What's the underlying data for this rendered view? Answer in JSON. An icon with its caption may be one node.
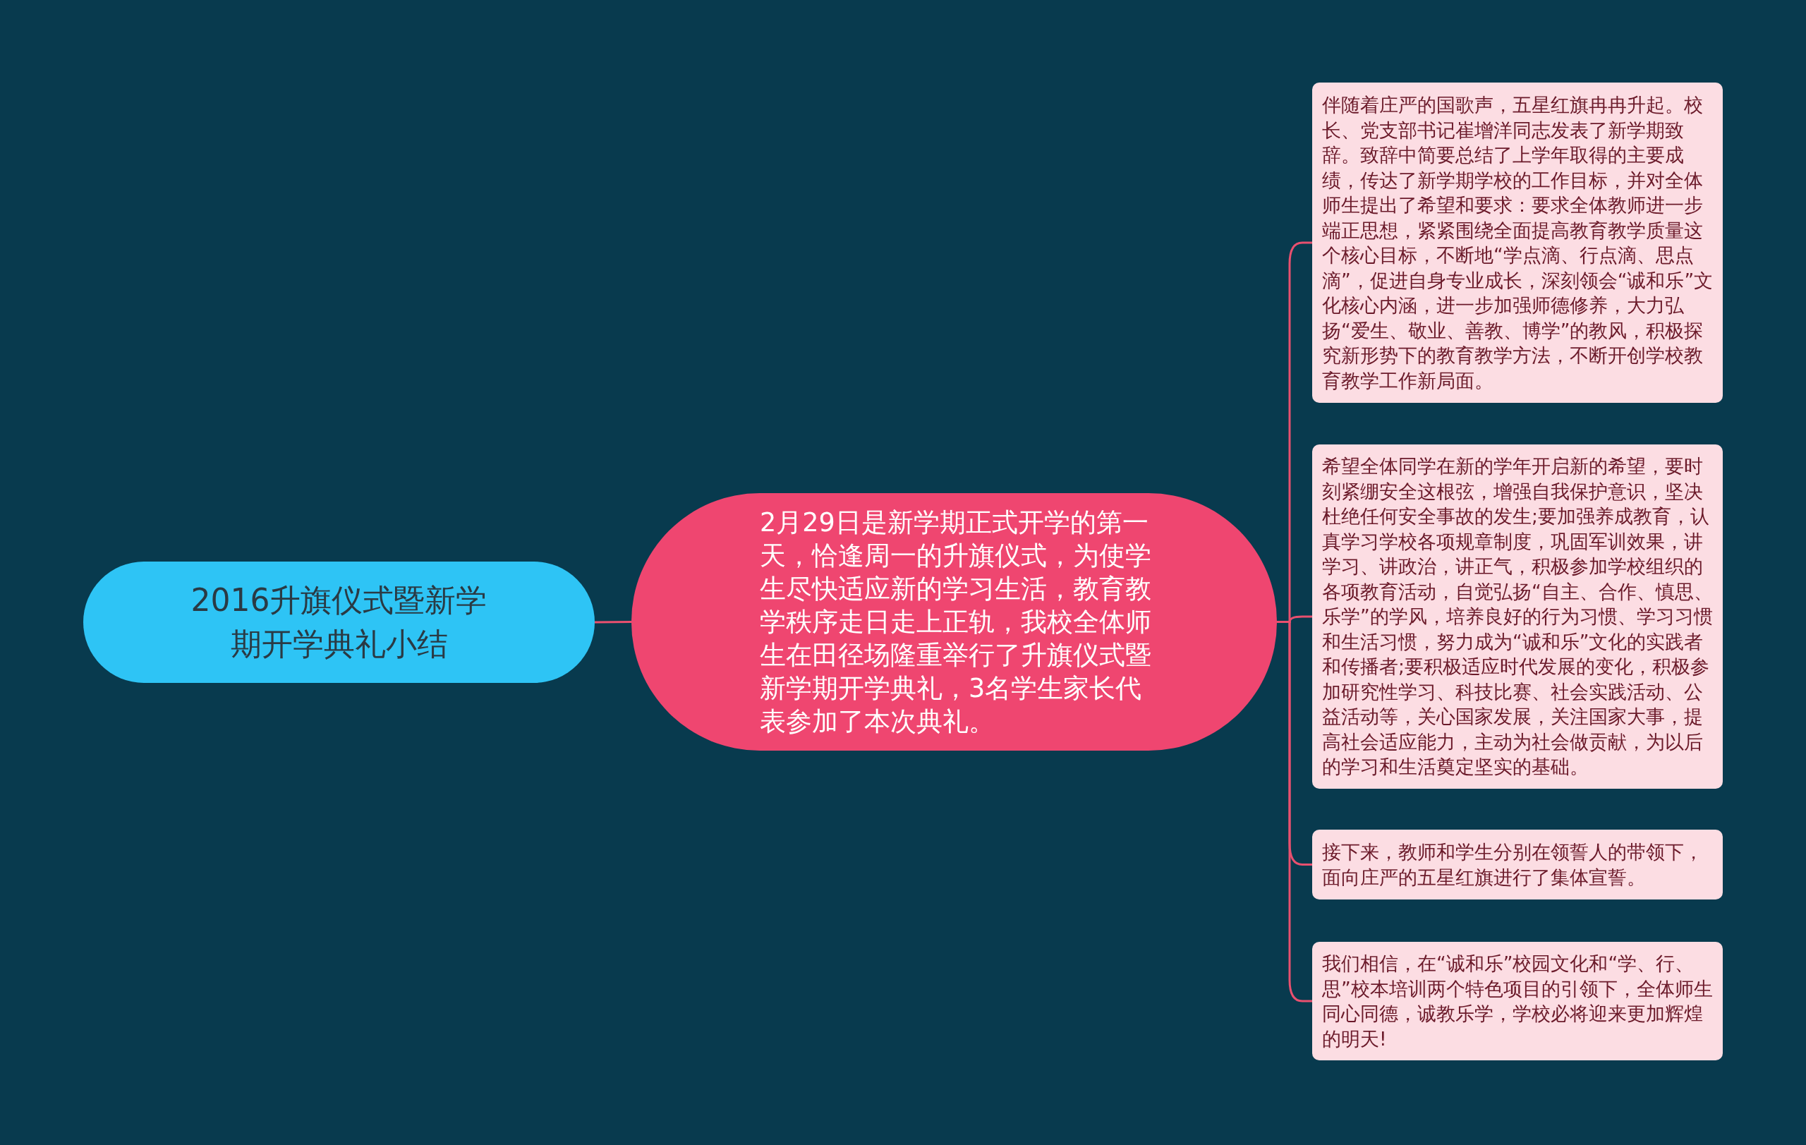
{
  "diagram": {
    "nodes": [
      {
        "text": [
          "2016升旗仪式暨新学期开学典礼小结"
        ]
      },
      {
        "text": [
          "2月29日是新学期正式开学的第一天，恰逢周一的升旗仪式，为使学生尽快适应新的学习生活，教育教学秩序走日走上正轨，我校全体师生在田径场隆重举行了升旗仪式暨新学期开学典礼，3名学生家长代表参加了本次典礼。"
        ]
      },
      {
        "text": [
          "伴随着庄严的国歌声，五星红旗冉冉升起。校长、党支部书记崔增洋同志发表了新学期致辞。致辞中简要总结了上学年取得的主要成绩，传达了新学期学校的工作目标，并对全体师生提出了希望和要求：要求全体教师进一步端正思想，紧紧围绕全面提高教育教学质量这个核心目标，不断地“学点滴、行点滴、思点滴”，促进自身专业成长，深刻领会“诚和乐”文化核心内涵，进一步加强师德修养，大力弘扬“爱生、敬业、善教、博学”的教风，积极探究新形势下的教育教学方法，不断开创学校教育教学工作新局面。"
        ]
      },
      {
        "text": [
          "希望全体同学在新的学年开启新的希望，要时刻紧绷安全这根弦，增强自我保护意识，坚决杜绝任何安全事故的发生;要加强养成教育，认真学习学校各项规章制度，巩固军训效果，讲学习、讲政治，讲正气，积极参加学校组织的各项教育活动，自觉弘扬“自主、合作、慎思、乐学”的学风，培养良好的行为习惯、学习习惯和生活习惯，努力成为“诚和乐”文化的实践者和传播者;要积极适应时代发展的变化，积极参加研究性学习、科技比赛、社会实践活动、公益活动等，关心国家发展，关注国家大事，提高社会适应能力，主动为社会做贡献，为以后的学习和生活奠定坚实的基础。"
        ]
      },
      {
        "text": [
          "接下来，教师和学生分别在领誓人的带领下，面向庄严的五星红旗进行了集体宣誓。"
        ]
      },
      {
        "text": [
          "我们相信，在“诚和乐”校园文化和“学、行、思”校本培训两个特色项目的引领下，全体师生同心同德，诚教乐学，学校必将迎来更加辉煌的明天!"
        ]
      }
    ],
    "edges": [
      {
        "from": 0,
        "to": 1,
        "arrow": "none"
      },
      {
        "from": 1,
        "to": 2,
        "arrow": "none"
      },
      {
        "from": 1,
        "to": 3,
        "arrow": "none"
      },
      {
        "from": 1,
        "to": 4,
        "arrow": "none"
      },
      {
        "from": 1,
        "to": 5,
        "arrow": "none"
      }
    ]
  }
}
